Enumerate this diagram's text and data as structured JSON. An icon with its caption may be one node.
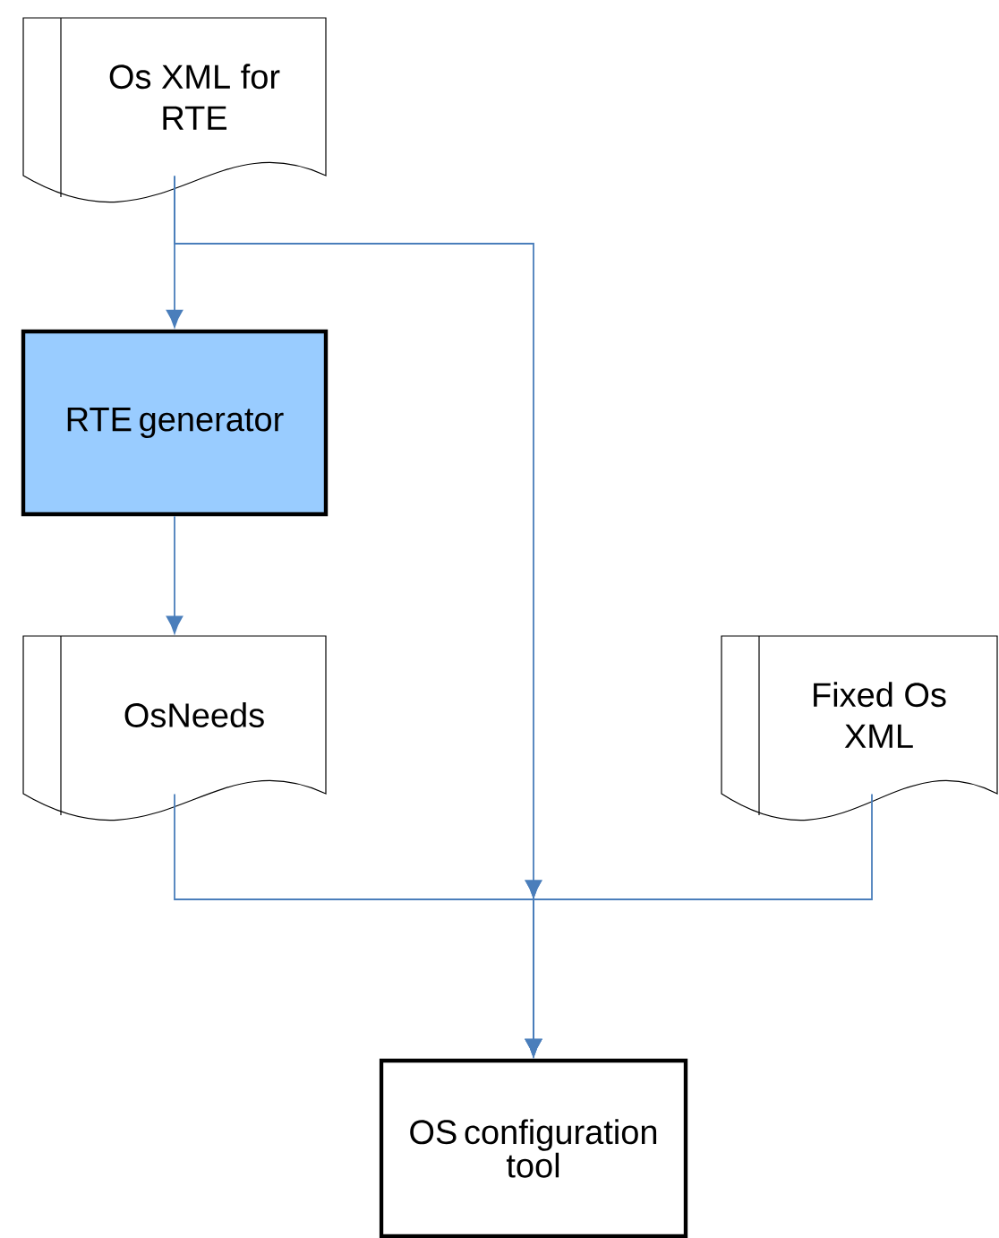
{
  "diagram": {
    "nodes": [
      {
        "text": [
          "Os XML for RTE"
        ]
      },
      {
        "text": [
          "RTE generator"
        ]
      },
      {
        "text": [
          "OsNeeds"
        ]
      },
      {
        "text": [
          "Fixed Os XML"
        ]
      },
      {
        "text": [
          "OS configuration tool"
        ]
      }
    ],
    "edges": [
      {
        "from": 0,
        "to": 1,
        "arrow": "to"
      },
      {
        "from": 1,
        "to": 2,
        "arrow": "to"
      },
      {
        "from": 0,
        "to": 4,
        "arrow": "to"
      },
      {
        "from": 2,
        "to": 4,
        "arrow": "to"
      },
      {
        "from": 3,
        "to": 4,
        "arrow": "to"
      }
    ]
  }
}
